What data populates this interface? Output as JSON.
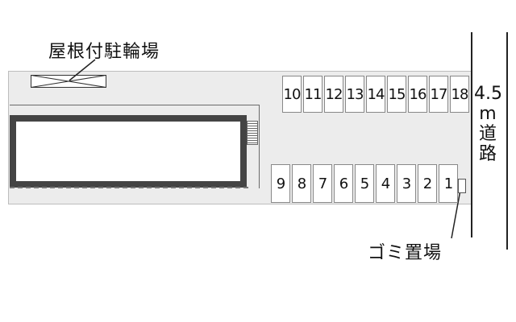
{
  "map": {
    "roof_bike_parking_label": "屋根付駐輪場",
    "road": {
      "width": "4.5",
      "unit": "m",
      "name_chars": [
        "道",
        "路"
      ]
    },
    "trash_area_label": "ゴミ置場",
    "parking_top_row": [
      "10",
      "11",
      "12",
      "13",
      "14",
      "15",
      "16",
      "17",
      "18"
    ],
    "parking_bottom_row": [
      "9",
      "8",
      "7",
      "6",
      "5",
      "4",
      "3",
      "2",
      "1"
    ]
  }
}
